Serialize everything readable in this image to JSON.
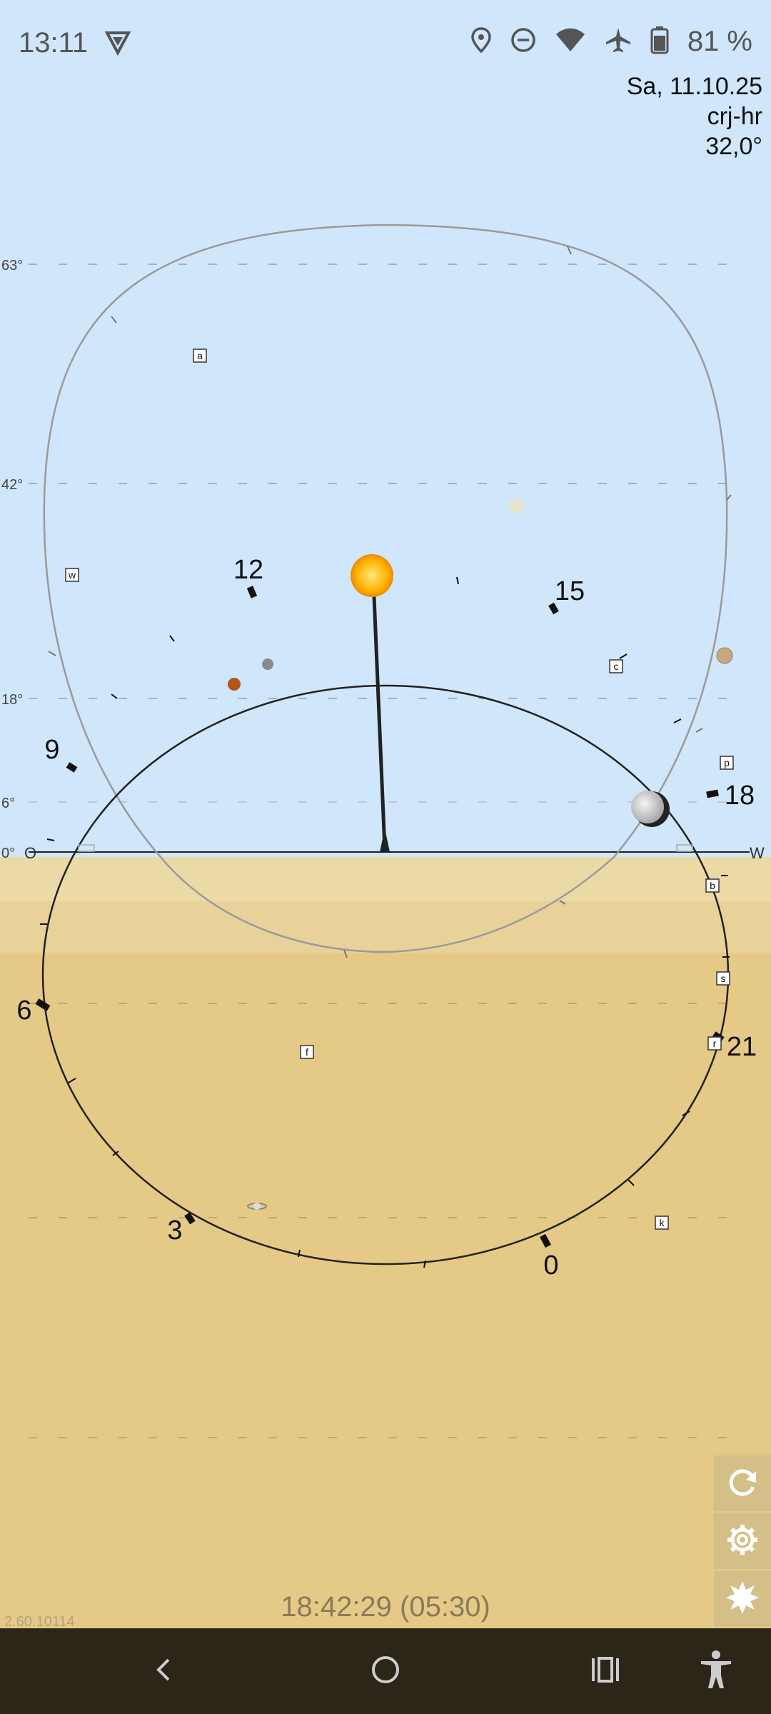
{
  "status_bar": {
    "time": "13:11",
    "battery": "81 %",
    "icons": [
      "vpn-shield-icon",
      "location-pin-icon",
      "do-not-disturb-icon",
      "wifi-icon",
      "airplane-mode-icon",
      "battery-icon"
    ]
  },
  "info": {
    "date": "Sa, 11.10.25",
    "location": "crj-hr",
    "latitude": "32,0°"
  },
  "altitude_labels": [
    "63°",
    "42°",
    "18°",
    "6°",
    "0°"
  ],
  "directions": {
    "east": "O",
    "west": "W"
  },
  "hour_labels": [
    "12",
    "15",
    "9",
    "18",
    "6",
    "21",
    "3",
    "0"
  ],
  "star_markers": [
    "a",
    "w",
    "c",
    "p",
    "b",
    "s",
    "r",
    "f",
    "k"
  ],
  "celestial_bodies": [
    "sun",
    "moon",
    "mercury",
    "mars",
    "jupiter",
    "saturn",
    "venus"
  ],
  "controls": {
    "refresh": "refresh-icon",
    "settings": "gear-icon",
    "brightness": "sun-burst-icon"
  },
  "time_readout": "18:42:29 (05:30)",
  "version": "2.60.10114",
  "nav": [
    "back-icon",
    "home-icon",
    "recents-icon",
    "accessibility-icon"
  ],
  "colors": {
    "sky": "#d0e6fa",
    "ground": "#e5c987",
    "nav_bar": "#2c2618",
    "sun": "#ffb400"
  }
}
